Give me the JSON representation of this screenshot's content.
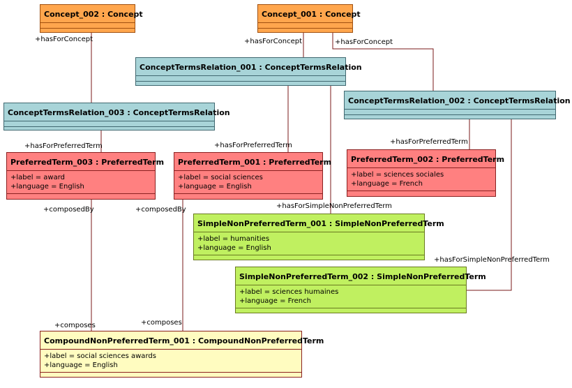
{
  "nodes": {
    "concept_002": {
      "title": "Concept_002 : Concept"
    },
    "concept_001": {
      "title": "Concept_001 : Concept"
    },
    "ctr_001": {
      "title": "ConceptTermsRelation_001 : ConceptTermsRelation"
    },
    "ctr_003": {
      "title": "ConceptTermsRelation_003 : ConceptTermsRelation"
    },
    "ctr_002": {
      "title": "ConceptTermsRelation_002 : ConceptTermsRelation"
    },
    "pt_003": {
      "title": "PreferredTerm_003 : PreferredTerm",
      "attrs": [
        "+label = award",
        "+language = English"
      ]
    },
    "pt_001": {
      "title": "PreferredTerm_001 : PreferredTerm",
      "attrs": [
        "+label = social sciences",
        "+language = English"
      ]
    },
    "pt_002": {
      "title": "PreferredTerm_002 : PreferredTerm",
      "attrs": [
        "+label = sciences sociales",
        "+language = French"
      ]
    },
    "snpt_001": {
      "title": "SimpleNonPreferredTerm_001 : SimpleNonPreferredTerm",
      "attrs": [
        "+label = humanities",
        "+language = English"
      ]
    },
    "snpt_002": {
      "title": "SimpleNonPreferredTerm_002 : SimpleNonPreferredTerm",
      "attrs": [
        "+label = sciences humaines",
        "+language = French"
      ]
    },
    "cnpt_001": {
      "title": "CompoundNonPreferredTerm_001 : CompoundNonPreferredTerm",
      "attrs": [
        "+label = social sciences awards",
        "+language = English"
      ]
    }
  },
  "roles": {
    "has_for_concept_1": "+hasForConcept",
    "has_for_concept_2": "+hasForConcept",
    "has_for_concept_3": "+hasForConcept",
    "has_for_preferred_1": "+hasForPreferredTerm",
    "has_for_preferred_2": "+hasForPreferredTerm",
    "has_for_preferred_3": "+hasForPreferredTerm",
    "has_for_simple_1": "+hasForSimpleNonPreferredTerm",
    "has_for_simple_2": "+hasForSimpleNonPreferredTerm",
    "composed_by_1": "+composedBy",
    "composed_by_2": "+composedBy",
    "composes_1": "+composes",
    "composes_2": "+composes"
  },
  "colors": {
    "line": "#7a1a1a"
  }
}
